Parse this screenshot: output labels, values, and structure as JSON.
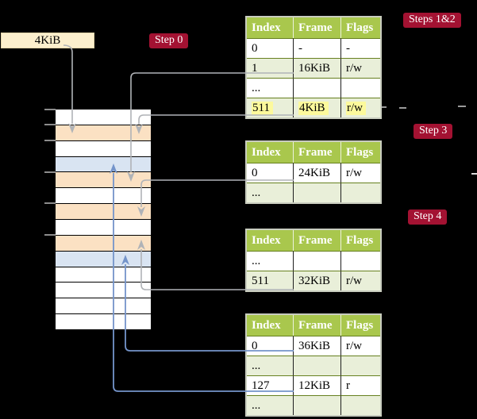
{
  "palette": {
    "background": "#000000",
    "table_header_green": "#a9c74d",
    "table_row_green": "#e9efd9",
    "table_border_green": "#66801f",
    "label_red": "#a31232",
    "frame_white": "#ffffff",
    "frame_peach": "#fbe1c3",
    "frame_blue": "#d9e4f2",
    "highlight_yellow": "#fcf99c",
    "legend_cream": "#fcefcd",
    "arrow_gray": "#b0b3b7",
    "arrow_blue": "#7494ca",
    "dash_gray": "#9a9a9a",
    "edge_dash_gray": "#d9d9d9"
  },
  "legend": {
    "label": "4KiB"
  },
  "labels": {
    "step0": "Step 0",
    "steps12": "Steps 1&2",
    "step3": "Step 3",
    "step4": "Step 4"
  },
  "memory": {
    "frames": [
      "white",
      "peach",
      "white",
      "blue",
      "peach",
      "white",
      "peach",
      "white",
      "peach",
      "blue",
      "white",
      "white",
      "white",
      "white"
    ]
  },
  "tables": {
    "headers": [
      "Index",
      "Frame",
      "Flags"
    ],
    "t1": {
      "rows": [
        [
          "0",
          "-",
          "-"
        ],
        [
          "1",
          "16KiB",
          "r/w"
        ],
        [
          "...",
          "",
          ""
        ],
        [
          "511",
          "4KiB",
          "r/w"
        ]
      ],
      "highlighted_row": 3
    },
    "t2": {
      "rows": [
        [
          "0",
          "24KiB",
          "r/w"
        ],
        [
          "...",
          "",
          ""
        ]
      ]
    },
    "t3": {
      "rows": [
        [
          "...",
          "",
          ""
        ],
        [
          "511",
          "32KiB",
          "r/w"
        ]
      ]
    },
    "t4": {
      "rows": [
        [
          "0",
          "36KiB",
          "r/w"
        ],
        [
          "...",
          "",
          ""
        ],
        [
          "127",
          "12KiB",
          "r"
        ],
        [
          "...",
          "",
          ""
        ]
      ]
    }
  }
}
